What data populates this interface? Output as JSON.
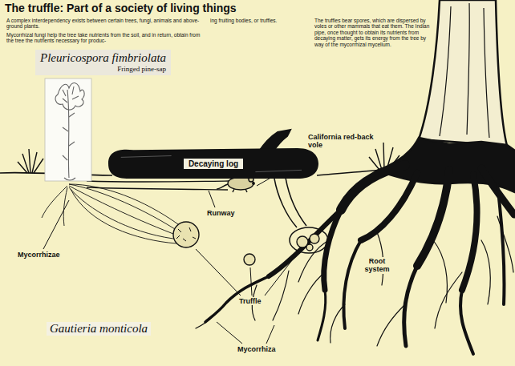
{
  "diagram": {
    "title": "The truffle: Part of a society of living things",
    "nodes": [
      {
        "text": [
          "Pleuricospora fimbriolata",
          "Fringed pine-sap"
        ]
      },
      {
        "text": [
          "Decaying log"
        ]
      }
    ],
    "labels": [
      "A complex interdependency exists between certain trees, fungi, animals and above-ground plants.",
      "Mycorrhizal fungi help the tree take nutrients from the soil, and in return, obtain from the tree the nutrients necessary for produc-",
      "ing fruiting bodies, or truffles.",
      "The truffles bear spores, which are dispersed by voles or other mammals that eat them. The Indian pipe, once thought to obtain its nutrients from decaying matter, gets its energy from the tree by way of the mycorrhizal mycelium.",
      "California red-back vole",
      "Runway",
      "Mycorrhizae",
      "Truffle",
      "Gautieria monticola",
      "Root system",
      "Mycorrhiza"
    ]
  }
}
